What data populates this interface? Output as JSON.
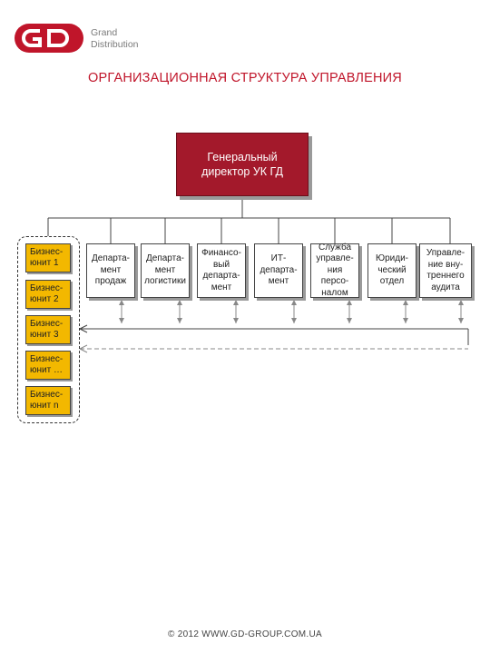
{
  "logo": {
    "line1": "Grand",
    "line2": "Distribution",
    "brand_color": "#c0152a"
  },
  "title": "ОРГАНИЗАЦИОННАЯ СТРУКТУРА УПРАВЛЕНИЯ",
  "ceo": {
    "label": "Генеральный директор УК ГД",
    "color": "#a3192b"
  },
  "departments": [
    {
      "label": "Департа-мент продаж"
    },
    {
      "label": "Департа-мент логистики"
    },
    {
      "label": "Финансо-вый департа-мент"
    },
    {
      "label": "ИТ-департа-мент"
    },
    {
      "label": "Служба управле-ния персо-налом"
    },
    {
      "label": "Юриди-ческий отдел"
    },
    {
      "label": "Управле-ние вну-треннего аудита"
    }
  ],
  "business_units": [
    {
      "line1": "Бизнес-",
      "line2": "юнит 1"
    },
    {
      "line1": "Бизнес-",
      "line2": "юнит 2"
    },
    {
      "line1": "Бизнес-",
      "line2": "юнит 3"
    },
    {
      "line1": "Бизнес-",
      "line2": "юнит …"
    },
    {
      "line1": "Бизнес-",
      "line2": "юнит n"
    }
  ],
  "unit_color": "#f3b800",
  "footer": "© 2012 WWW.GD-GROUP.COM.UA"
}
